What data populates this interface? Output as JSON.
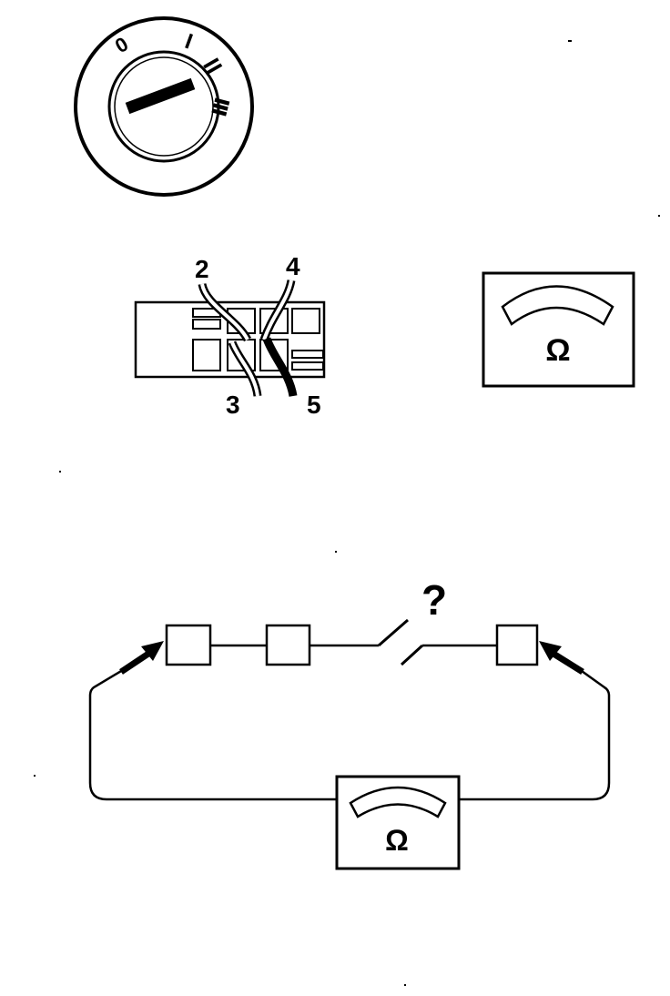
{
  "ignition_switch": {
    "positions": [
      "0",
      "I",
      "II",
      "III"
    ]
  },
  "connector": {
    "pins": [
      "2",
      "4",
      "3",
      "5"
    ]
  },
  "ohmmeter": {
    "symbol": "Ω"
  },
  "circuit": {
    "unknown_switch_mark": "?",
    "meter_symbol": "Ω"
  }
}
